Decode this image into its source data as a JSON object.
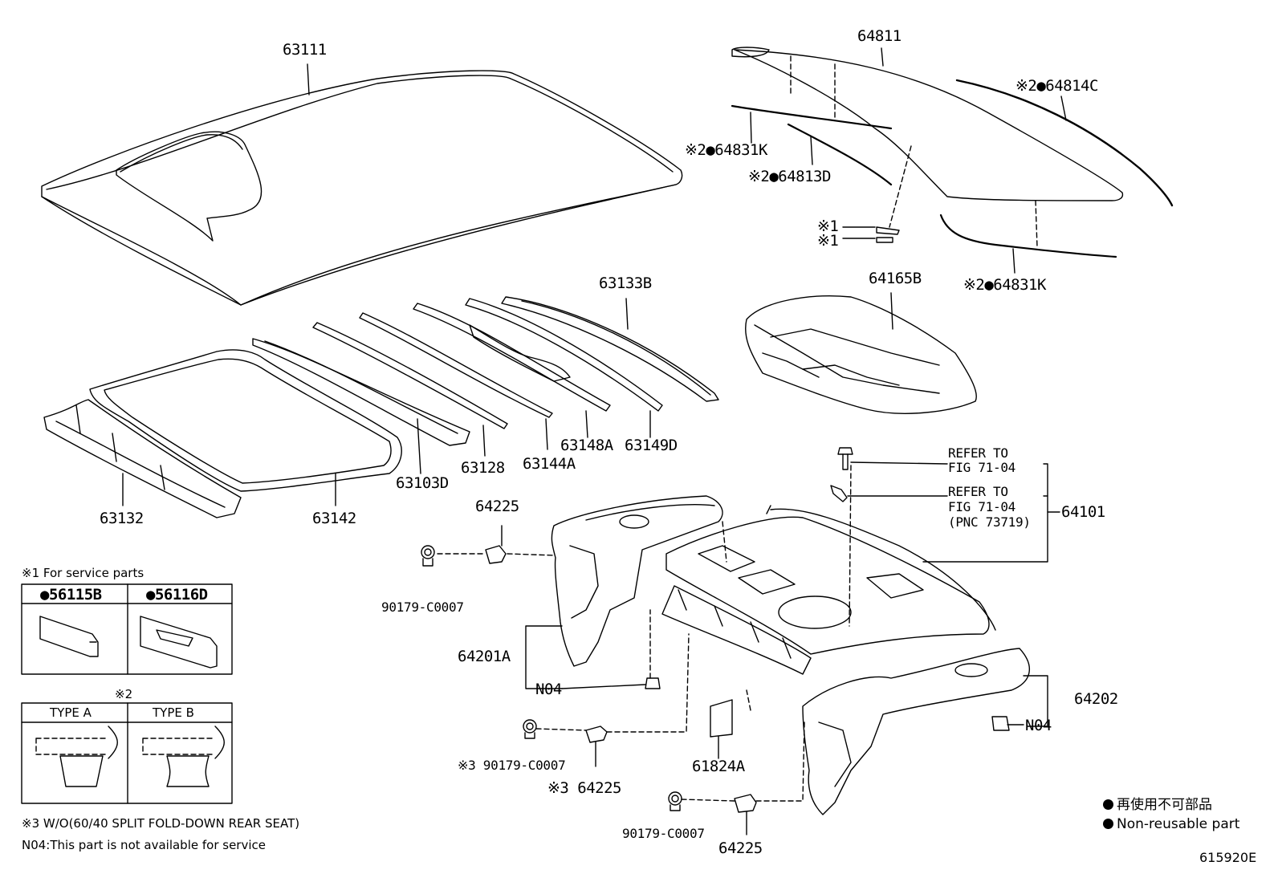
{
  "diagram_id": "615920E",
  "callouts": {
    "c63111": "63111",
    "c64811": "64811",
    "c64814C": "※2●64814C",
    "c64831K_a": "※2●64831K",
    "c64813D": "※2●64813D",
    "c_sp1a": "※1",
    "c_sp1b": "※1",
    "c64831K_b": "※2●64831K",
    "c63133B": "63133B",
    "c64165B": "64165B",
    "c63148A": "63148A",
    "c63149D": "63149D",
    "c63128": "63128",
    "c63144A": "63144A",
    "c63103D": "63103D",
    "c63132": "63132",
    "c63142": "63142",
    "c64225_top": "64225",
    "c90179_a": "90179-C0007",
    "c64201A": "64201A",
    "c_n04_a": "N04",
    "c_refer1_l1": "REFER TO",
    "c_refer1_l2": "FIG 71-04",
    "c_refer2_l1": "REFER TO",
    "c_refer2_l2": "FIG 71-04",
    "c_refer2_l3": "(PNC 73719)",
    "c64101": "64101",
    "c64202": "64202",
    "c_n04_b": "N04",
    "c90179_b": "※3 90179-C0007",
    "c64225_mid": "※3 64225",
    "c61824A": "61824A",
    "c90179_c": "90179-C0007",
    "c64225_bot": "64225"
  },
  "service_box": {
    "heading": "※1 For service parts",
    "part_left": "●56115B",
    "part_right": "●56116D"
  },
  "type_box": {
    "heading": "※2",
    "type_a": "TYPE A",
    "type_b": "TYPE B"
  },
  "notes": {
    "note3": "※3  W/O(60/40 SPLIT FOLD-DOWN REAR SEAT)",
    "n04": "N04:This part is not available for service"
  },
  "legend": {
    "jp": "再使用不可部品",
    "en": "Non-reusable part"
  }
}
